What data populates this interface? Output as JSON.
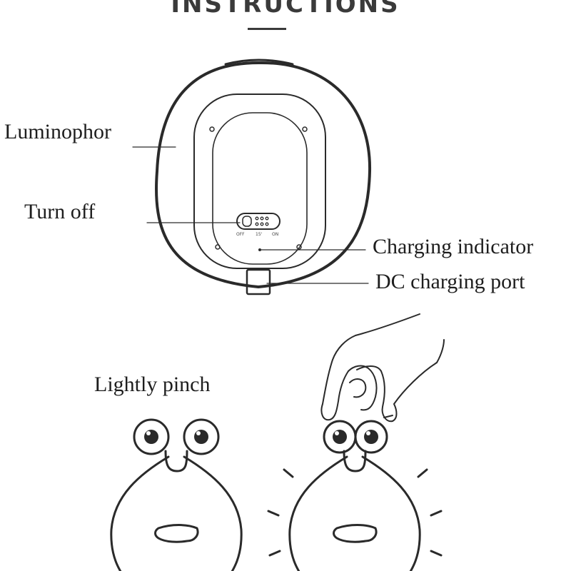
{
  "header": {
    "title": "INSTRUCTIONS"
  },
  "labels": {
    "luminophor": "Luminophor",
    "turn_off": "Turn off",
    "charging_indicator": "Charging indicator",
    "dc_charging_port": "DC charging port",
    "lightly_pinch": "Lightly pinch"
  },
  "switch_labels": {
    "off": "OFF",
    "timer": "15'",
    "on": "ON"
  },
  "colors": {
    "line": "#2a2a2a",
    "background": "#ffffff"
  }
}
